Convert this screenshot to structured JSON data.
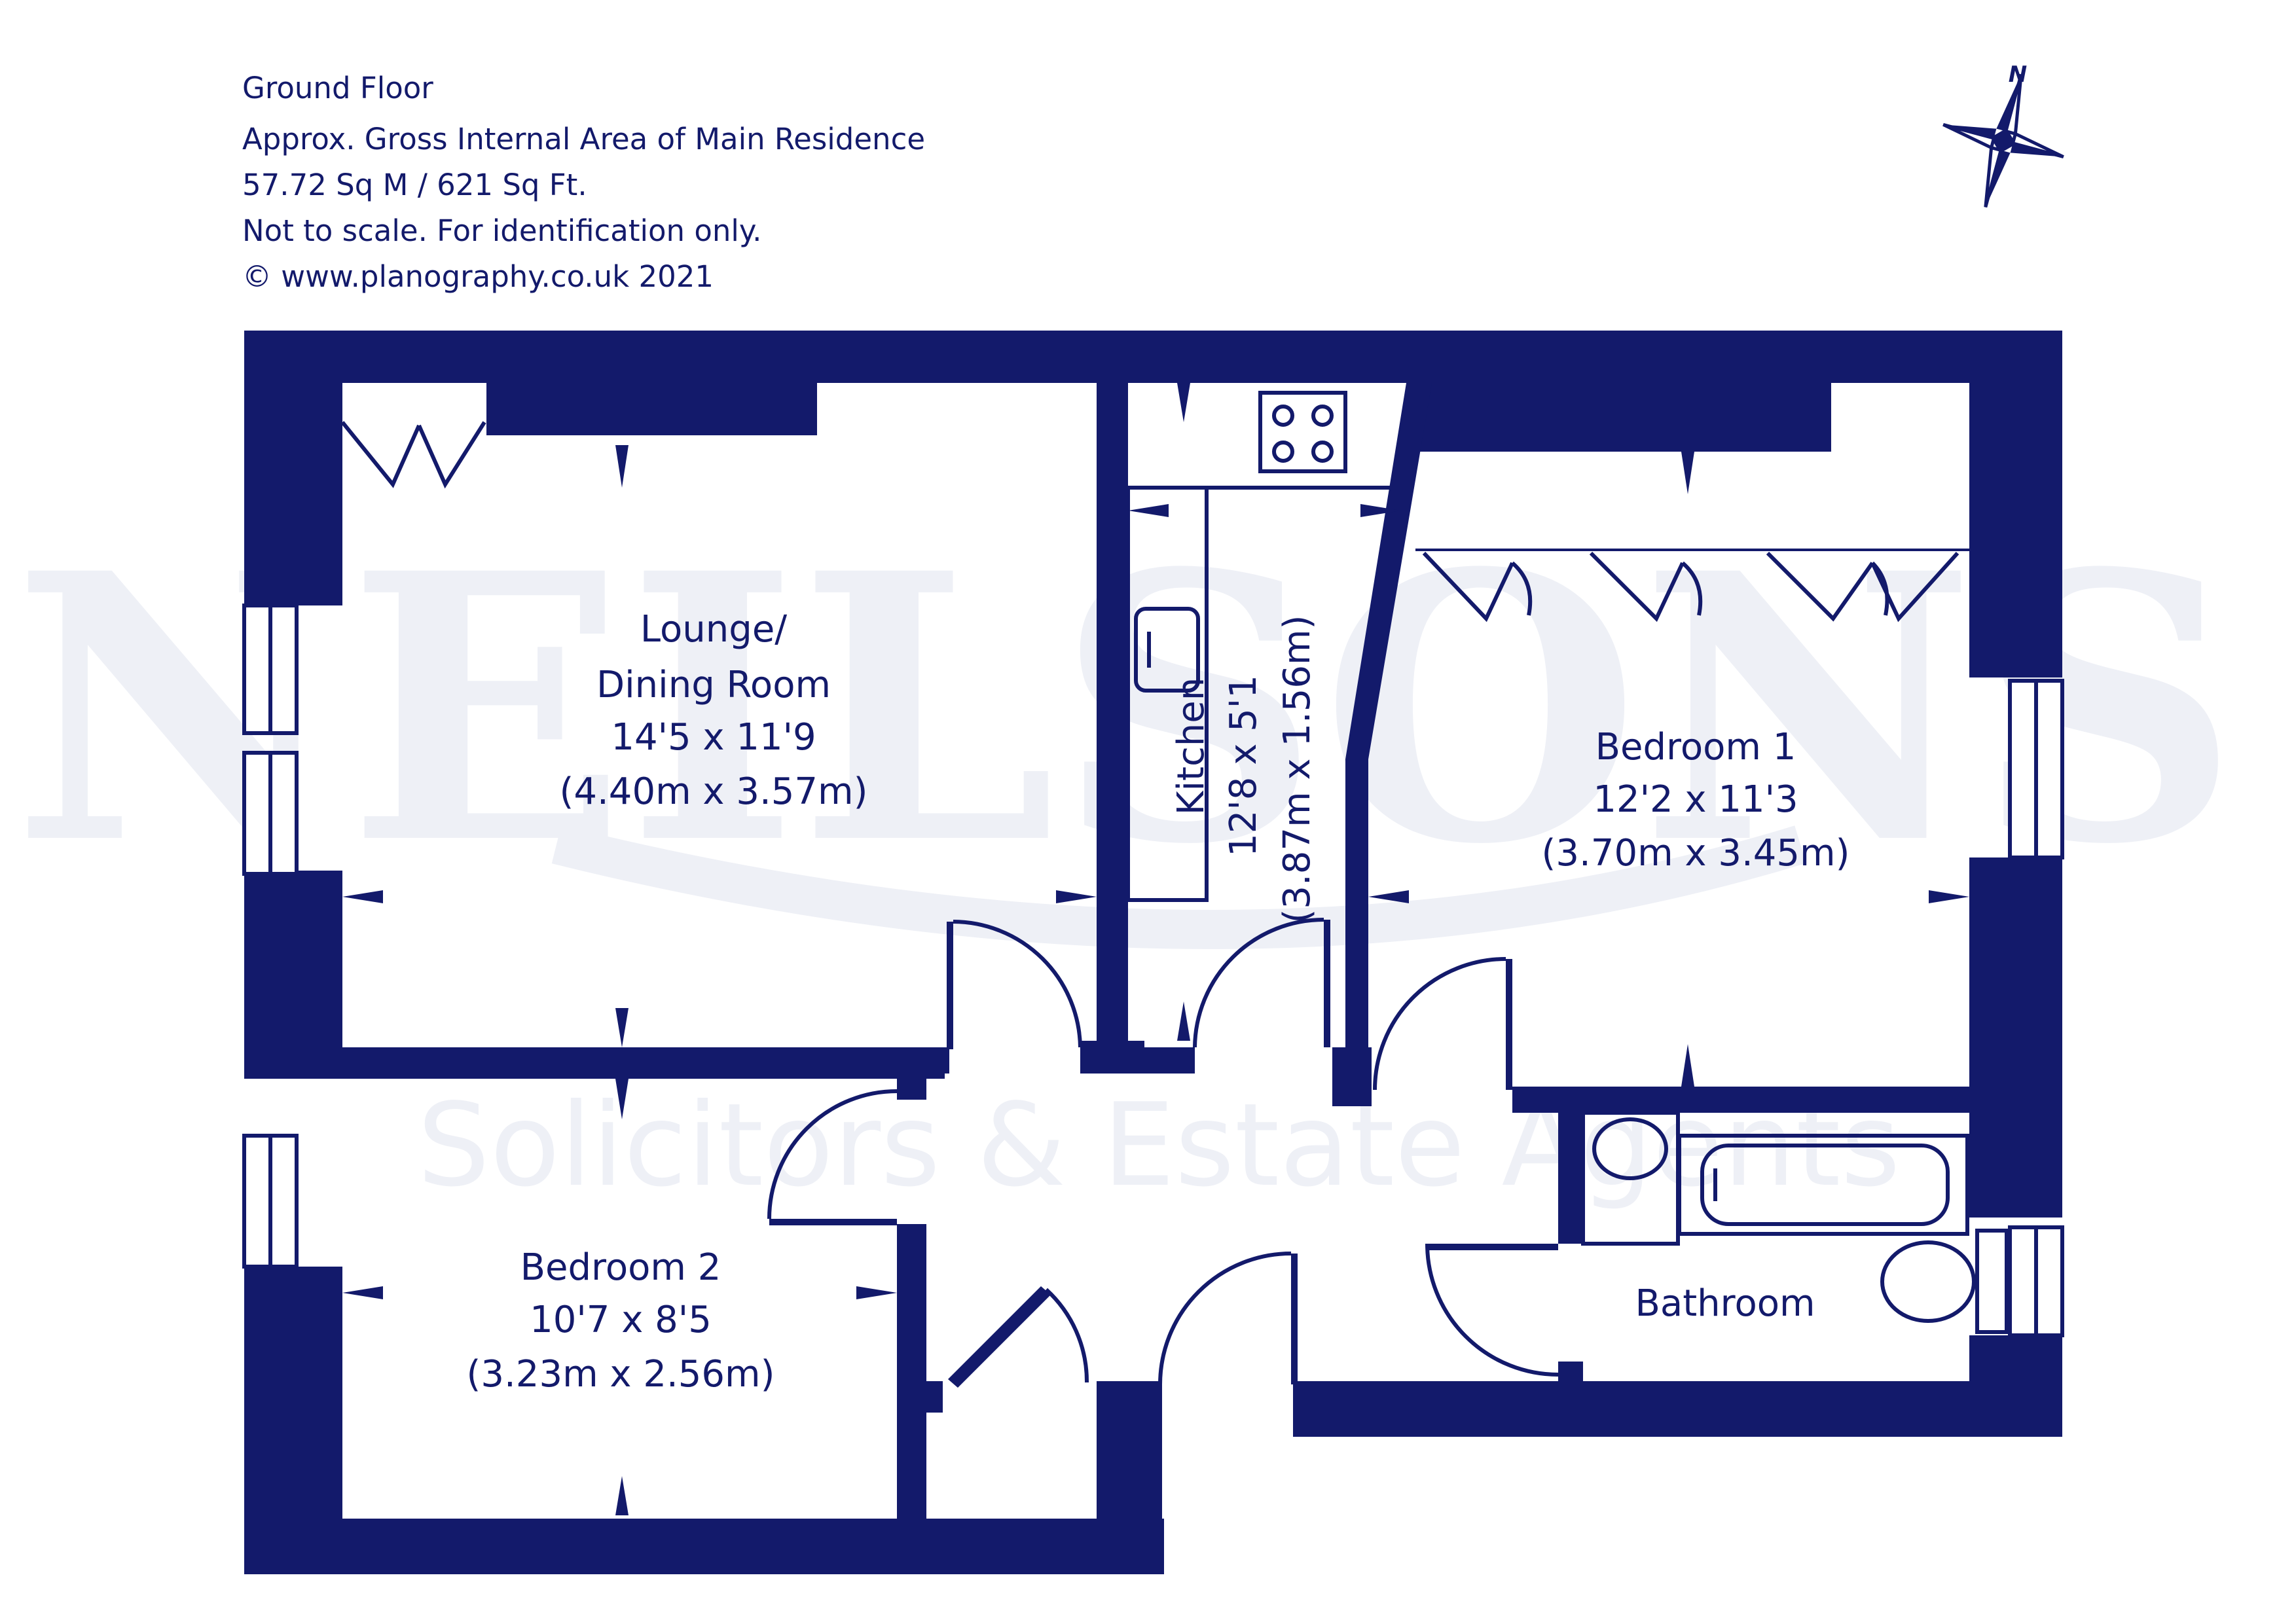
{
  "header": {
    "floor": "Ground Floor",
    "area_title": "Approx. Gross Internal Area of Main Residence",
    "area_value": "57.72 Sq M / 621 Sq Ft.",
    "disclaimer": "Not to scale. For identification only.",
    "copyright": "© www.planography.co.uk 2021"
  },
  "compass": {
    "label": "N"
  },
  "rooms": {
    "lounge": {
      "name1": "Lounge/",
      "name2": "Dining Room",
      "imperial": "14'5 x 11'9",
      "metric": "(4.40m x 3.57m)"
    },
    "kitchen": {
      "name": "Kitchen",
      "imperial": "12'8 x 5'1",
      "metric": "(3.87m x 1.56m)"
    },
    "bedroom1": {
      "name": "Bedroom 1",
      "imperial": "12'2 x 11'3",
      "metric": "(3.70m x 3.45m)"
    },
    "bedroom2": {
      "name": "Bedroom 2",
      "imperial": "10'7 x 8'5",
      "metric": "(3.23m x 2.56m)"
    },
    "bathroom": {
      "name": "Bathroom"
    }
  },
  "watermark": {
    "logo": "NEILSONS",
    "tagline": "Solicitors & Estate Agents"
  },
  "colors": {
    "wall": "#131a6b",
    "watermark": "#eef0f6"
  }
}
